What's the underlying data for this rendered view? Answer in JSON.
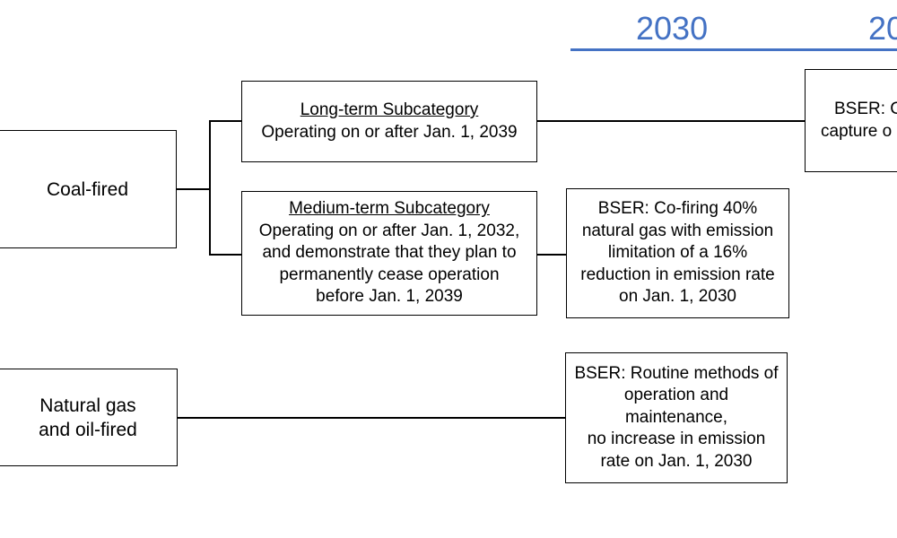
{
  "timeline": {
    "year_2030": "2030",
    "year_next_partial": "20",
    "accent_color": "#4472c4"
  },
  "coal": {
    "label": "Coal-fired",
    "long_term": {
      "title": "Long-term Subcategory",
      "line1": "Operating on or after Jan. 1, 2039"
    },
    "medium_term": {
      "title": "Medium-term Subcategory",
      "lines": [
        "Operating on or after Jan. 1, 2032,",
        "and demonstrate that they plan to",
        "permanently cease operation",
        "before Jan. 1, 2039"
      ]
    },
    "medium_bser": {
      "lines": [
        "BSER: Co-firing 40%",
        "natural gas with emission",
        "limitation of a 16%",
        "reduction in emission rate",
        "on Jan. 1, 2030"
      ]
    },
    "long_bser_partial": {
      "lines": [
        "BSER: C",
        "capture o"
      ]
    }
  },
  "gas": {
    "label_lines": [
      "Natural gas",
      "and oil-fired"
    ],
    "bser": {
      "lines": [
        "BSER: Routine methods of",
        "operation and",
        "maintenance,",
        "no increase in emission",
        "rate on Jan. 1, 2030"
      ]
    }
  }
}
